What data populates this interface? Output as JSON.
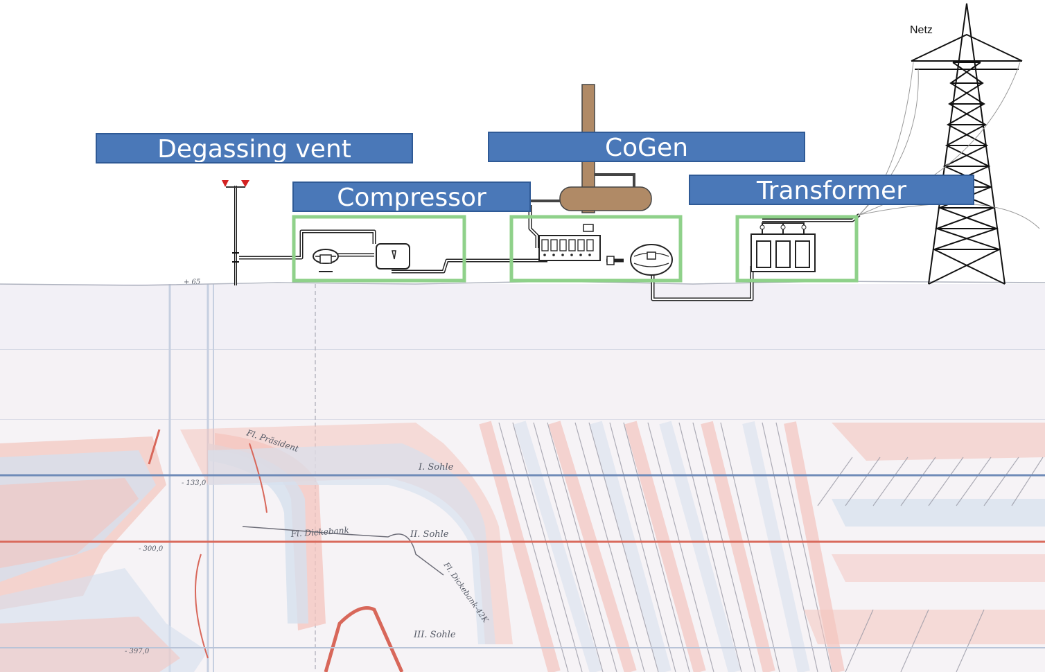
{
  "labels": {
    "degassing_vent": "Degassing vent",
    "compressor": "Compressor",
    "cogen": "CoGen",
    "transformer": "Transformer",
    "grid": "Netz"
  },
  "map_labels": {
    "praesident": "Fl. Präsident",
    "sohle_1": "I. Sohle",
    "sohle_2": "II. Sohle",
    "sohle_3": "III. Sohle",
    "dickebank": "Fl. Dickebank",
    "dickebank_lower": "Fl. Dickebank-42K",
    "depth_65": "+ 65",
    "depth_133": "- 133,0",
    "depth_300": "- 300,0",
    "depth_397": "- 397,0"
  },
  "colors": {
    "label_fill": "#4a78b8",
    "highlight_box": "#8fd18a",
    "cogen_body": "#b08a66",
    "seam_red": "#f2b3aa",
    "seam_blue": "#d4deec",
    "level_blue": "#6f8bb8",
    "level_red": "#d96a5c"
  }
}
